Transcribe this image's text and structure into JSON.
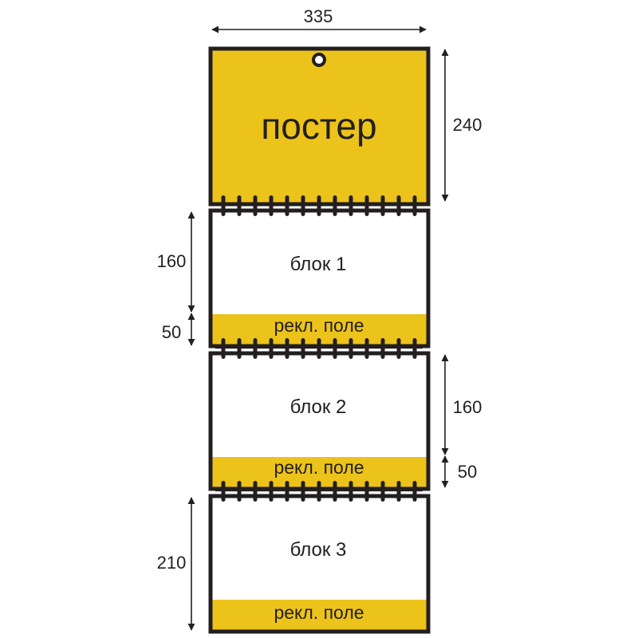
{
  "colors": {
    "accent": "#ecc31a",
    "frame": "#231f20",
    "background": "#ffffff"
  },
  "poster": {
    "label": "постер"
  },
  "blocks": [
    {
      "label": "блок 1",
      "ad_label": "рекл. поле"
    },
    {
      "label": "блок 2",
      "ad_label": "рекл. поле"
    },
    {
      "label": "блок 3",
      "ad_label": "рекл. поле"
    }
  ],
  "dimensions": {
    "width": "335",
    "poster_height": "240",
    "block1_height": "160",
    "block1_ad_height": "50",
    "block2_height": "160",
    "block2_ad_height": "50",
    "block3_height": "210"
  }
}
